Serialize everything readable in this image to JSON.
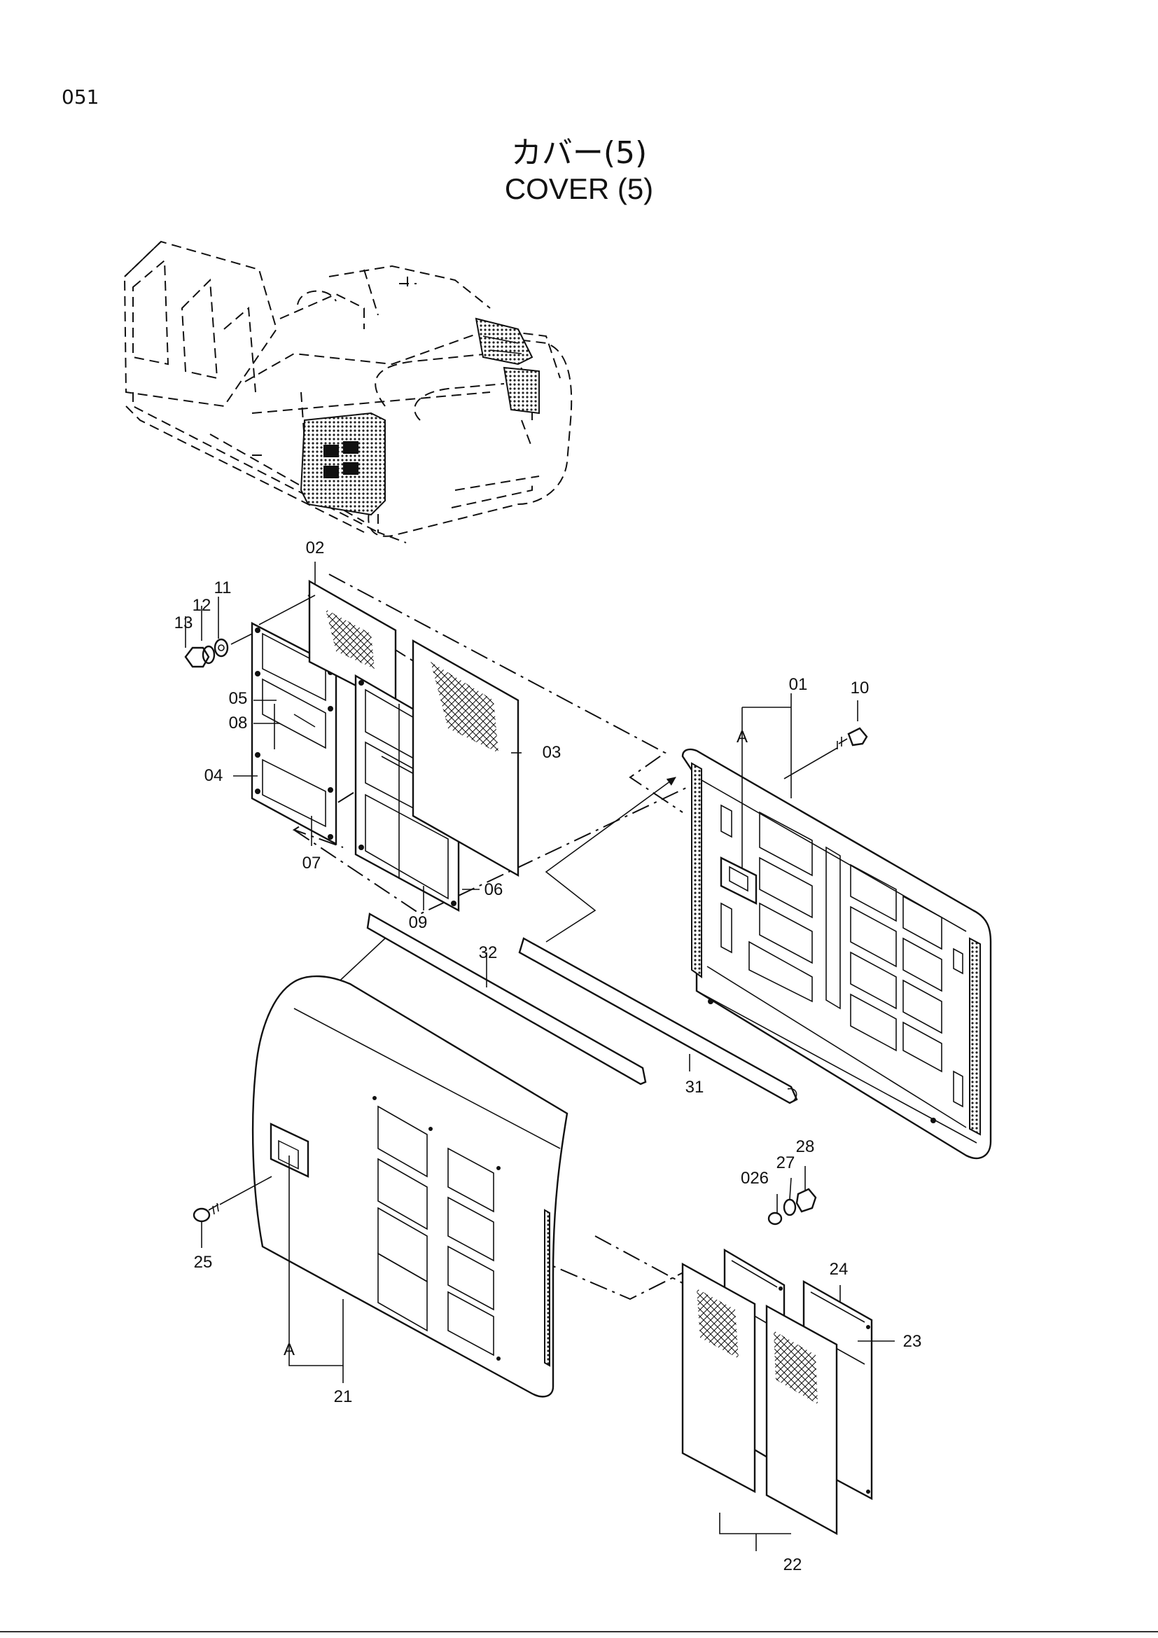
{
  "page_number": "051",
  "title": {
    "japanese": "カバー(5)",
    "english": "COVER (5)"
  },
  "callouts": [
    {
      "id": "callout-01",
      "label": "01"
    },
    {
      "id": "callout-02",
      "label": "02"
    },
    {
      "id": "callout-03",
      "label": "03"
    },
    {
      "id": "callout-04",
      "label": "04"
    },
    {
      "id": "callout-05",
      "label": "05"
    },
    {
      "id": "callout-06",
      "label": "06"
    },
    {
      "id": "callout-07",
      "label": "07"
    },
    {
      "id": "callout-08",
      "label": "08"
    },
    {
      "id": "callout-09",
      "label": "09"
    },
    {
      "id": "callout-10",
      "label": "10"
    },
    {
      "id": "callout-11",
      "label": "11"
    },
    {
      "id": "callout-12",
      "label": "12"
    },
    {
      "id": "callout-13",
      "label": "13"
    },
    {
      "id": "callout-21",
      "label": "21"
    },
    {
      "id": "callout-22",
      "label": "22"
    },
    {
      "id": "callout-23",
      "label": "23"
    },
    {
      "id": "callout-24",
      "label": "24"
    },
    {
      "id": "callout-25",
      "label": "25"
    },
    {
      "id": "callout-026",
      "label": "026"
    },
    {
      "id": "callout-27",
      "label": "27"
    },
    {
      "id": "callout-28",
      "label": "28"
    },
    {
      "id": "callout-31",
      "label": "31"
    },
    {
      "id": "callout-32",
      "label": "32"
    }
  ],
  "view_markers": [
    {
      "id": "marker-a-upper",
      "label": "A"
    },
    {
      "id": "marker-a-lower",
      "label": "A"
    }
  ]
}
